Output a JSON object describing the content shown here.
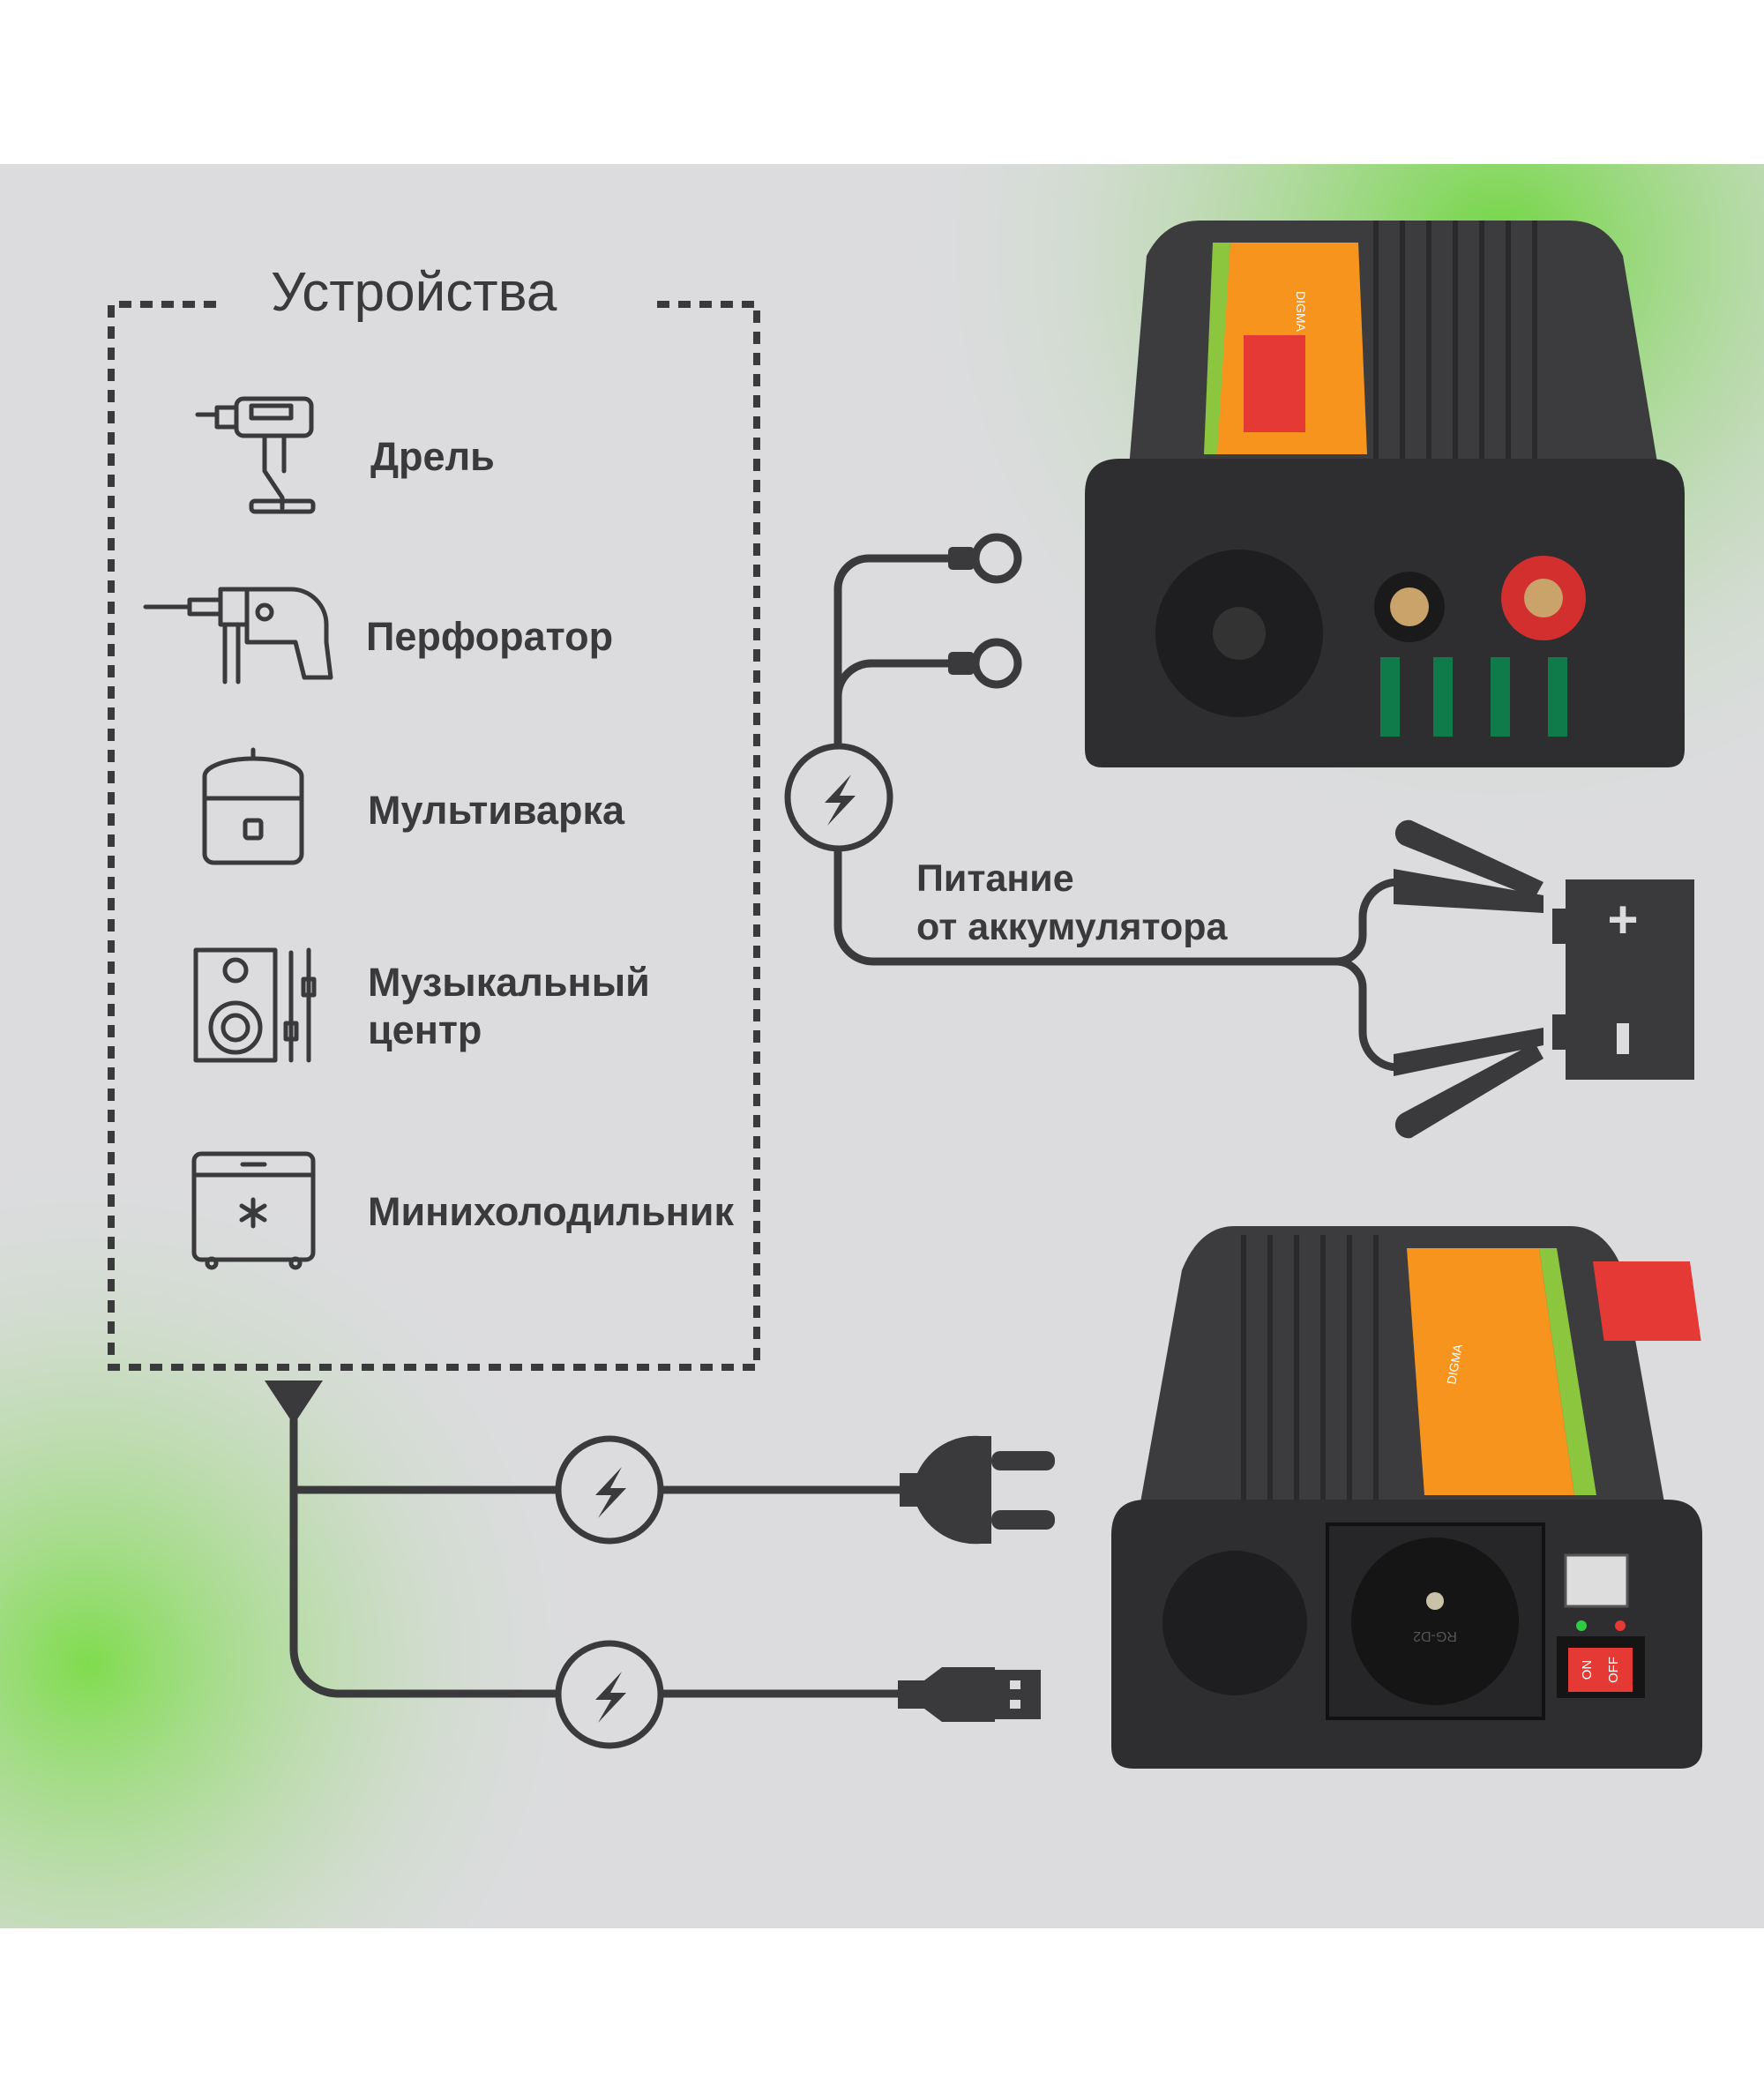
{
  "devices": {
    "title": "Устройства",
    "items": [
      {
        "label": "Дрель",
        "icon": "drill-icon"
      },
      {
        "label": "Перфоратор",
        "icon": "rotary-hammer-icon"
      },
      {
        "label": "Мультиварка",
        "icon": "multicooker-icon"
      },
      {
        "label": "Музыкальный",
        "label2": "центр",
        "icon": "music-center-icon"
      },
      {
        "label": "Минихолодильник",
        "icon": "mini-fridge-icon"
      }
    ]
  },
  "battery": {
    "line1": "Питание",
    "line2": "от аккумулятора",
    "plus": "+",
    "minus": "−"
  },
  "product": {
    "brand": "DIGMA",
    "socket_mark": "RG-D2",
    "switch_on": "ON",
    "switch_off": "OFF"
  },
  "colors": {
    "accent_green": "#7ed957",
    "background_gray": "#dcdcdf",
    "ink": "#3a3a3c",
    "label_orange": "#f7941d",
    "label_red": "#e53935"
  }
}
